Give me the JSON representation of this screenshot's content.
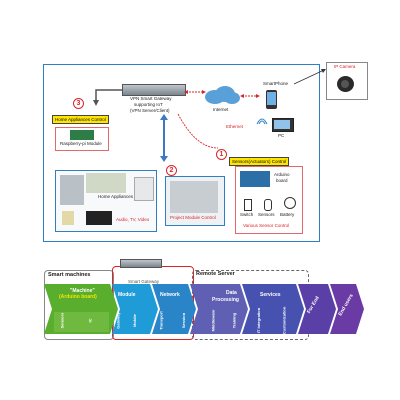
{
  "top": {
    "ip_camera": "IP Camera",
    "gateway_line1": "VPN Smart Gateway",
    "gateway_line2": "supporting IoT",
    "gateway_line3": "(VPN Server/Client)",
    "internet": "Internet",
    "ethernet": "Ethernet",
    "smartphone": "SmartPhone",
    "pc": "PC",
    "home_appliances_control": "Home Appliances Control",
    "raspberry_module": "Raspberry-pi Module",
    "home_appliances": "Home Appliances",
    "audio_tv_video": "Audio, TV, Video",
    "project_module_control": "Project Module Control",
    "sensors_actuators_control": "Sensors(Actuators) Control",
    "arduino_board_line1": "Arduino",
    "arduino_board_line2": "board",
    "switch": "Switch",
    "sensors": "Sensors",
    "battery": "Battery",
    "various_sensor_control": "Various Sensor Control",
    "num1": "1",
    "num2": "2",
    "num3": "3"
  },
  "bottom": {
    "smart_machines": "Smart machines",
    "smart_gateway": "Smart Gateway",
    "remote_server": "Remote Server",
    "machine_line1": "\"Machine\"",
    "machine_line2": "(Arduino board)",
    "module": "Module",
    "network": "Network",
    "data_processing_line1": "Data",
    "data_processing_line2": "Processing",
    "services": "Services",
    "for_end": "For End",
    "end_users": "End users",
    "sensors_v": "Sensors",
    "ic_v": "IC",
    "gateway_v": "Gateway",
    "mobile_v": "Mobile",
    "transport_v": "Transport",
    "session_v": "Session",
    "middleware_v": "Middleware",
    "training_v": "Training",
    "it_integration_v": "IT Integration",
    "customization_v": "Customization"
  }
}
